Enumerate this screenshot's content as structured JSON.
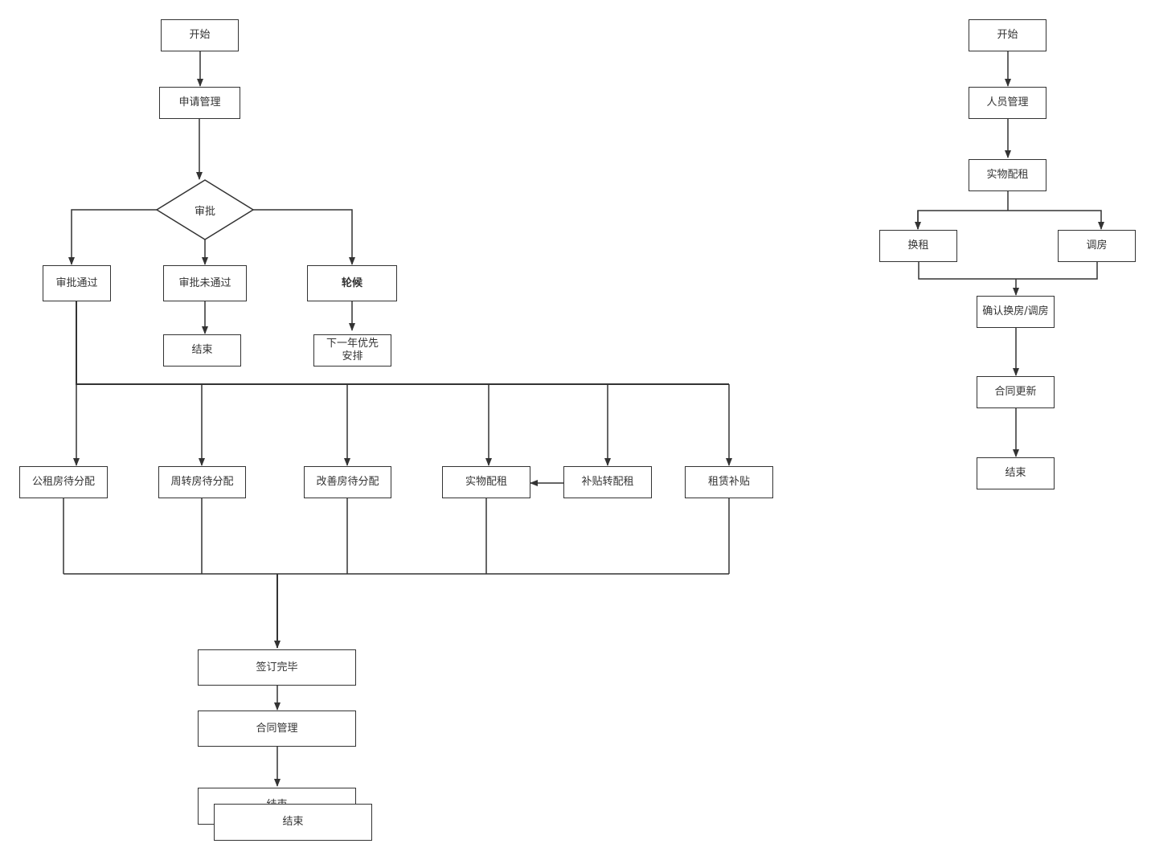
{
  "colors": {
    "stroke": "#333333",
    "fill": "#ffffff",
    "text": "#333333"
  },
  "flow1": {
    "start": "开始",
    "apply_management": "申请管理",
    "review": "审批",
    "review_passed": "审批通过",
    "review_failed": "审批未通过",
    "waiting": "轮候",
    "end_failed": "结束",
    "next_year_priority": "下一年优先安排",
    "public_rental_allocation": "公租房待分配",
    "turnover_allocation": "周转房待分配",
    "improvement_allocation": "改善房待分配",
    "physical_rental": "实物配租",
    "subsidy_to_rental": "补贴转配租",
    "rental_subsidy": "租赁补贴",
    "signing_done": "签订完毕",
    "contract_management": "合同管理",
    "end_back": "结束",
    "end_front": "结束"
  },
  "flow2": {
    "start": "开始",
    "personnel_management": "人员管理",
    "physical_rental": "实物配租",
    "rent_change": "换租",
    "room_transfer": "调房",
    "confirm": "确认换房/调房",
    "contract_update": "合同更新",
    "end": "结束"
  }
}
